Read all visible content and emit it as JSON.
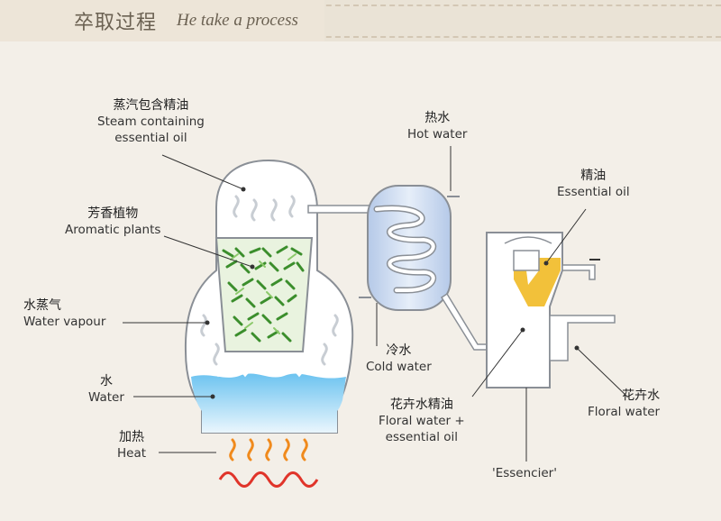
{
  "header": {
    "title_cn": "卒取过程",
    "title_en": "He take a process"
  },
  "labels": {
    "steam": {
      "cn": "蒸汽包含精油",
      "en1": "Steam containing",
      "en2": "essential oil"
    },
    "plants": {
      "cn": "芳香植物",
      "en": "Aromatic plants"
    },
    "vapour": {
      "cn": "水蒸气",
      "en": "Water vapour"
    },
    "water": {
      "cn": "水",
      "en": "Water"
    },
    "heat": {
      "cn": "加热",
      "en": "Heat"
    },
    "hot_water": {
      "cn": "热水",
      "en": "Hot water"
    },
    "cold_water": {
      "cn": "冷水",
      "en": "Cold water"
    },
    "essential_oil": {
      "cn": "精油",
      "en": "Essential oil"
    },
    "floral_mix": {
      "cn": "花卉水精油",
      "en1": "Floral water +",
      "en2": "essential oil"
    },
    "floral_water": {
      "cn": "花卉水",
      "en": "Floral water"
    },
    "essencier": "'Essencier'"
  },
  "colors": {
    "vessel_fill": "#ffffff",
    "vessel_stroke": "#8a8f96",
    "water": "#3aa7e6",
    "water_light": "#bfe4f8",
    "plants": "#3b8e2c",
    "condenser": "#c9d9ef",
    "oil": "#f2c13a",
    "flame_orange": "#f08a1c",
    "flame_red": "#e0342a"
  }
}
